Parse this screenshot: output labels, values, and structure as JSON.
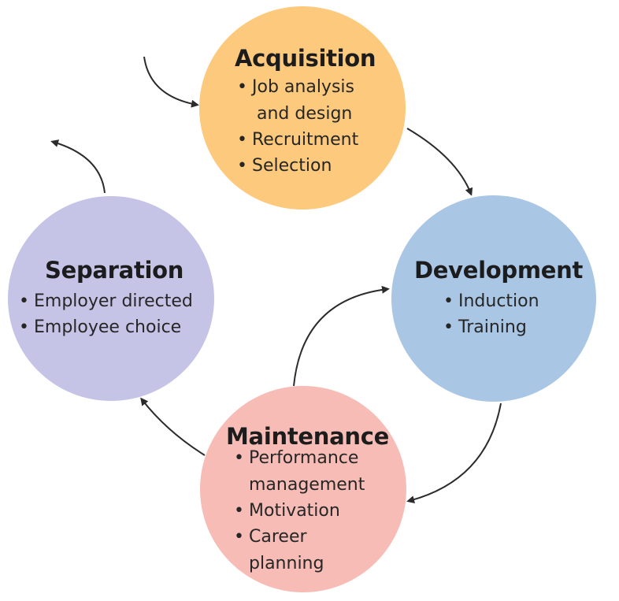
{
  "stages": {
    "acquisition": {
      "title": "Acquisition",
      "color": "#fdc97c",
      "items": [
        "Job analysis",
        "and design",
        "Recruitment",
        "Selection"
      ]
    },
    "development": {
      "title": "Development",
      "color": "#a9c6e4",
      "items": [
        "Induction",
        "Training"
      ]
    },
    "maintenance": {
      "title": "Maintenance",
      "color": "#f6bcb5",
      "items": [
        "Performance",
        "management",
        "Motivation",
        "Career",
        "planning"
      ]
    },
    "separation": {
      "title": "Separation",
      "color": "#c5c3e6",
      "items": [
        "Employer directed",
        "Employee choice"
      ]
    }
  },
  "bullet_glyph": "•",
  "arrow_color": "#2b2b2b"
}
